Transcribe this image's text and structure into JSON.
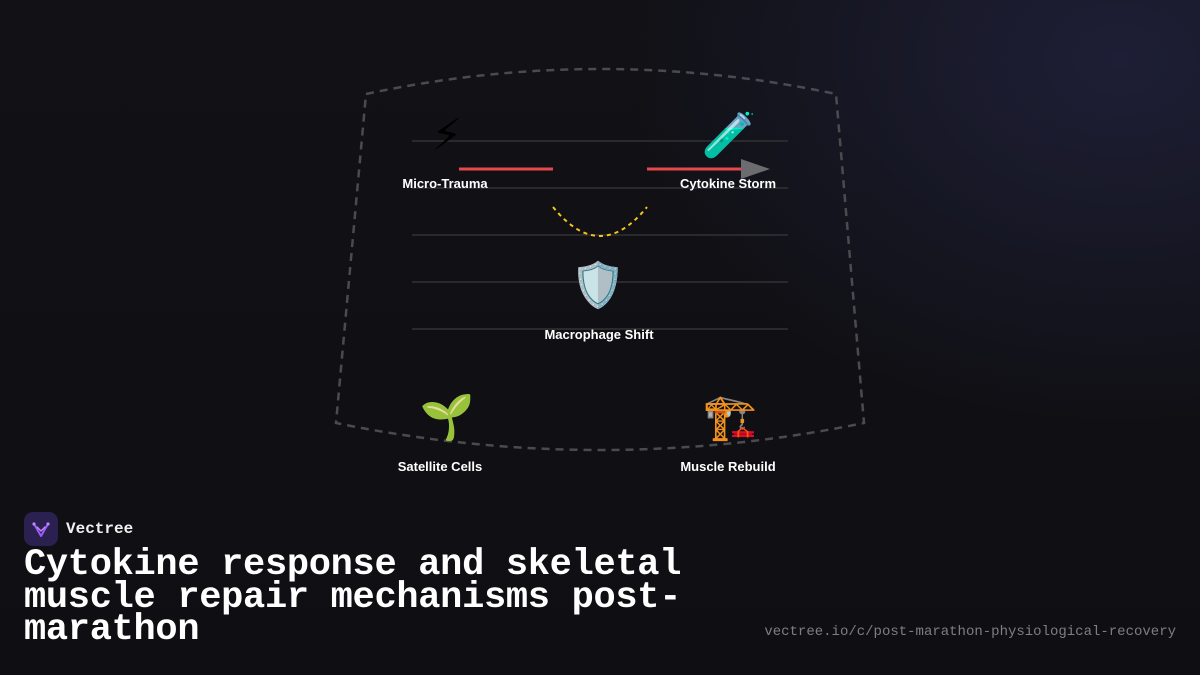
{
  "diagram": {
    "nodes": [
      {
        "id": "micro-trauma",
        "label": "Micro-Trauma",
        "icon": "lightning-icon",
        "glyph": "⚡"
      },
      {
        "id": "cytokine-storm",
        "label": "Cytokine Storm",
        "icon": "test-tube-icon",
        "glyph": "🧪"
      },
      {
        "id": "macrophage-shift",
        "label": "Macrophage Shift",
        "icon": "shield-icon",
        "glyph": "🛡️"
      },
      {
        "id": "satellite-cells",
        "label": "Satellite Cells",
        "icon": "seedling-icon",
        "glyph": "🌱"
      },
      {
        "id": "muscle-rebuild",
        "label": "Muscle Rebuild",
        "icon": "crane-icon",
        "glyph": "🏗️"
      }
    ],
    "colors": {
      "red_connector": "#e5484d",
      "yellow_connector": "#f5c518",
      "outline": "#4a4a4f",
      "gridline": "#2a2a2e",
      "arrow": "#6b6b70"
    }
  },
  "footer": {
    "brand_name": "Vectree",
    "brand_icon": "vectree-logo-icon",
    "title": "Cytokine response and skeletal muscle repair mechanisms post-marathon",
    "url": "vectree.io/c/post-marathon-physiological-recovery"
  }
}
